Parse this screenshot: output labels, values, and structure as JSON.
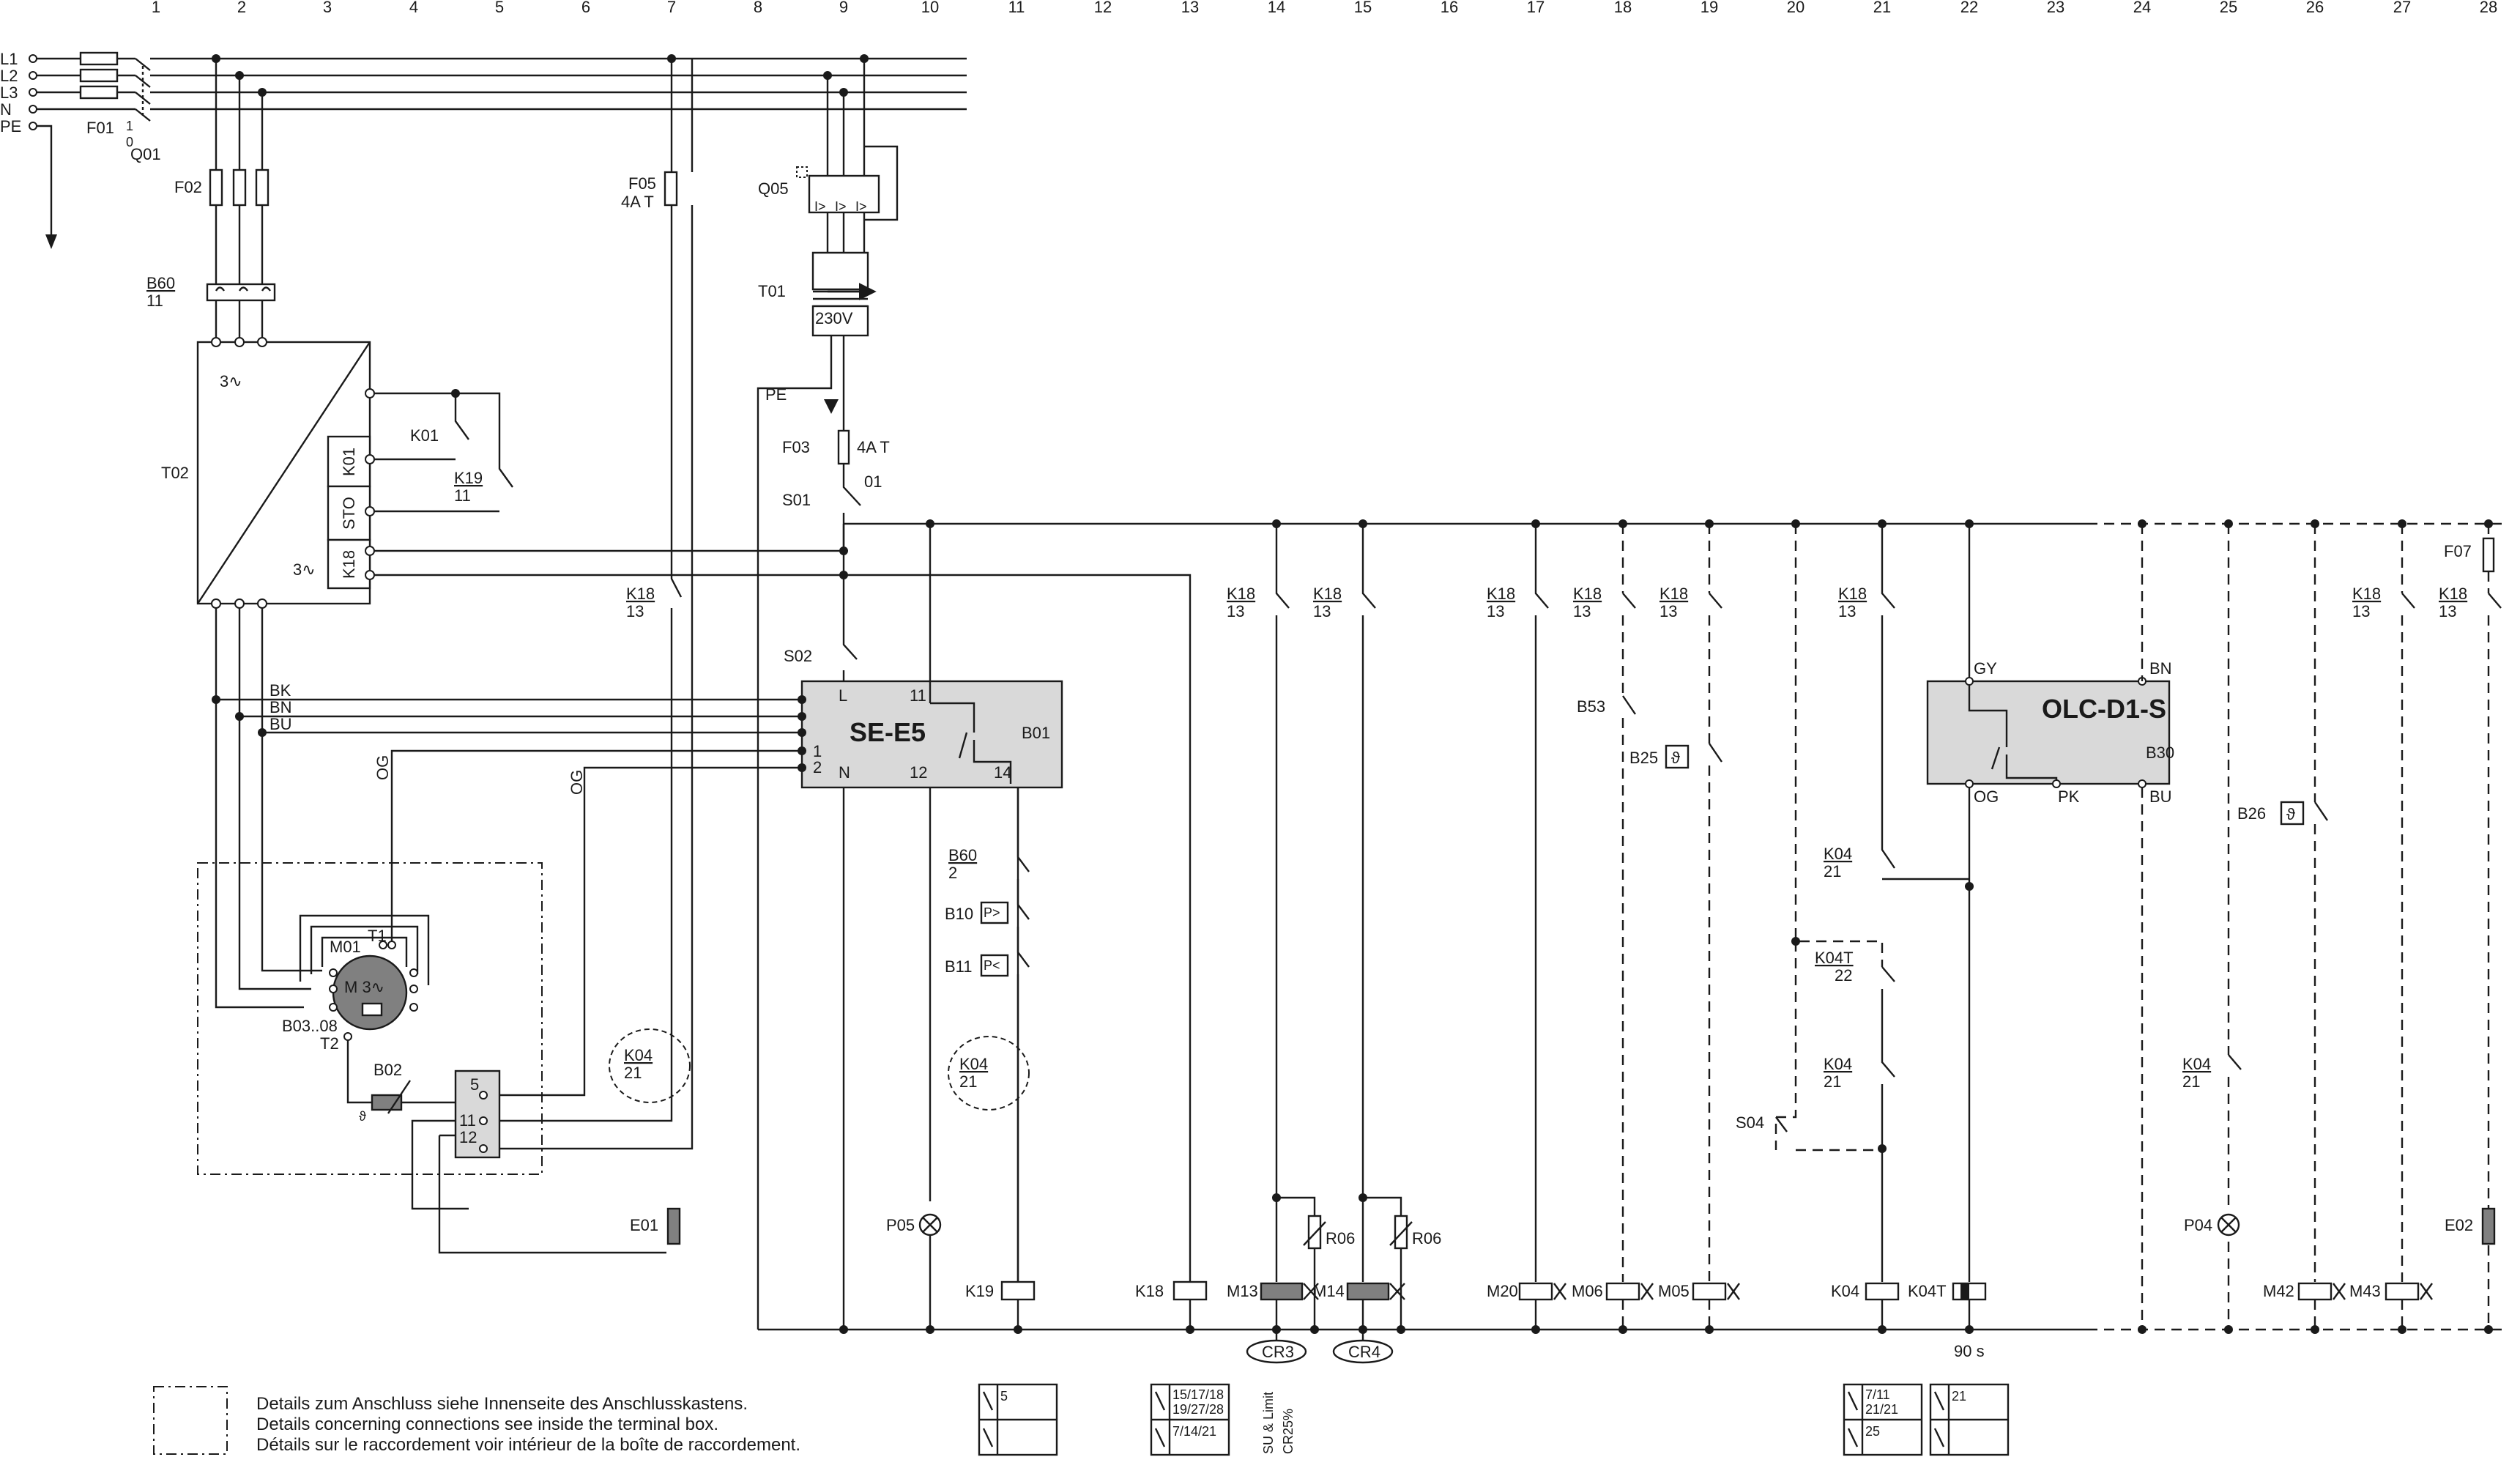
{
  "column_numbers": [
    "1",
    "2",
    "3",
    "4",
    "5",
    "6",
    "7",
    "8",
    "9",
    "10",
    "11",
    "12",
    "13",
    "14",
    "15",
    "16",
    "17",
    "18",
    "19",
    "20",
    "21",
    "22",
    "23",
    "24",
    "25",
    "26",
    "27",
    "28"
  ],
  "supply": {
    "labels": [
      "L1",
      "L2",
      "L3",
      "N",
      "PE"
    ],
    "switch": "F01",
    "disconnect": "Q01",
    "pos0": "0",
    "pos1": "1"
  },
  "fuses": {
    "f02": "F02",
    "f05": "F05",
    "f05_rating": "4A T",
    "f03": "F03",
    "f03_rating": "4A T",
    "f07": "F07"
  },
  "b60": {
    "name": "B60",
    "ref": "11",
    "contact_name": "B60",
    "contact_ref": "2"
  },
  "q05": "Q05",
  "t01": {
    "name": "T01",
    "voltage": "230V"
  },
  "pe_label": "PE",
  "t02": {
    "name": "T02",
    "phase_top": "3∿",
    "phase_bottom": "3∿",
    "slot1": "K01",
    "slot2": "STO",
    "slot3": "K18"
  },
  "contacts": {
    "k01": "K01",
    "k19": "K19",
    "k19_ref": "11",
    "k18": "K18",
    "k18_ref": "13",
    "s01": "S01",
    "s01_ref": "01",
    "s02": "S02",
    "k04": "K04",
    "k04_ref": "21",
    "k04t": "K04T",
    "k04t_ref": "22",
    "b53": "B53",
    "b25": "B25",
    "b26": "B26",
    "b10": "B10",
    "b11": "B11",
    "s04": "S04",
    "theta": "ϑ",
    "p_gt": "P>",
    "p_lt": "P<"
  },
  "wires": {
    "bk": "BK",
    "bn": "BN",
    "bu": "BU",
    "og": "OG",
    "og2": "OG"
  },
  "se_e5": {
    "title": "SE-E5",
    "module": "B01",
    "pin_l": "L",
    "pin_11": "11",
    "pin_12": "12",
    "pin_14": "14",
    "pin_n": "N",
    "pin_1": "1",
    "pin_2": "2"
  },
  "olc": {
    "title": "OLC-D1-S",
    "module": "B30",
    "gy": "GY",
    "bn": "BN",
    "og": "OG",
    "pk": "PK",
    "bu": "BU"
  },
  "motor": {
    "name": "M01",
    "symbol": "M 3∿",
    "t1": "T1",
    "t2": "T2",
    "sensors": "B03..08",
    "b02": "B02",
    "term5": "5",
    "term11": "11",
    "term12": "12"
  },
  "loads": {
    "e01": "E01",
    "e02": "E02",
    "p05": "P05",
    "p04": "P04",
    "k19": "K19",
    "k18": "K18",
    "k04": "K04",
    "k04t": "K04T",
    "delay": "90 s",
    "m13": "M13",
    "m14": "M14",
    "m20": "M20",
    "m06": "M06",
    "m05": "M05",
    "m42": "M42",
    "m43": "M43",
    "r06a": "R06",
    "r06b": "R06",
    "cr3": "CR3",
    "cr4": "CR4"
  },
  "notes": {
    "line1": "Details zum Anschluss siehe Innenseite des Anschlusskastens.",
    "line2": "Details concerning connections see inside the terminal box.",
    "line3": "Détails sur le raccordement voir intérieur de la boîte de raccordement."
  },
  "xref": {
    "k19_no": "5",
    "k18_no_1": "15/17/18",
    "k18_no_2": "19/27/28",
    "k18_nc": "7/14/21",
    "su_line1": "SU & Limit",
    "su_line2": "CR25%",
    "k04_no_1": "7/11",
    "k04_no_2": "21/21",
    "k04_nc": "25",
    "k04t_no": "21"
  }
}
